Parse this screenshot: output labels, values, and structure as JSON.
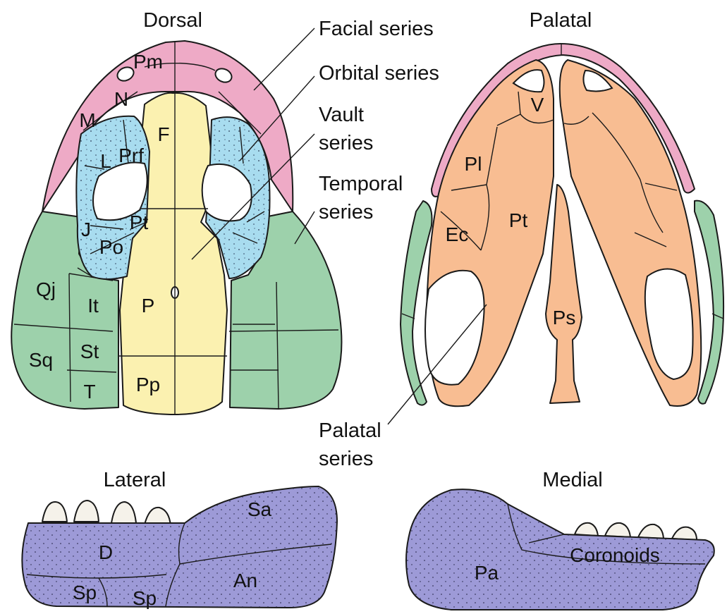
{
  "colors": {
    "facial": "#eeaac6",
    "orbital": "#a8dcef",
    "vault": "#fbf1b0",
    "temporal": "#9dd1ab",
    "palatal": "#f8bd92",
    "jaw": "#9d9ad7",
    "tooth": "#f5f2ea",
    "outline": "#1a1a1a"
  },
  "views": {
    "dorsal": "Dorsal",
    "palatal": "Palatal",
    "lateral": "Lateral",
    "medial": "Medial"
  },
  "series": {
    "facial": "Facial series",
    "orbital": "Orbital series",
    "vault_line1": "Vault",
    "vault_line2": "series",
    "temporal_line1": "Temporal",
    "temporal_line2": "series",
    "palatal_line1": "Palatal",
    "palatal_line2": "series"
  },
  "bones": {
    "pm": "Pm",
    "n": "N",
    "m": "M",
    "f": "F",
    "l": "L",
    "prf": "Prf",
    "j": "J",
    "pt_orbit": "Pt",
    "po": "Po",
    "qj": "Qj",
    "it": "It",
    "p": "P",
    "sq": "Sq",
    "st": "St",
    "t": "T",
    "pp": "Pp",
    "v": "V",
    "pl": "Pl",
    "ec": "Ec",
    "pt_palate": "Pt",
    "ps": "Ps",
    "sa": "Sa",
    "d": "D",
    "an": "An",
    "sp1": "Sp",
    "sp2": "Sp",
    "pa": "Pa",
    "coronoids": "Coronoids"
  }
}
